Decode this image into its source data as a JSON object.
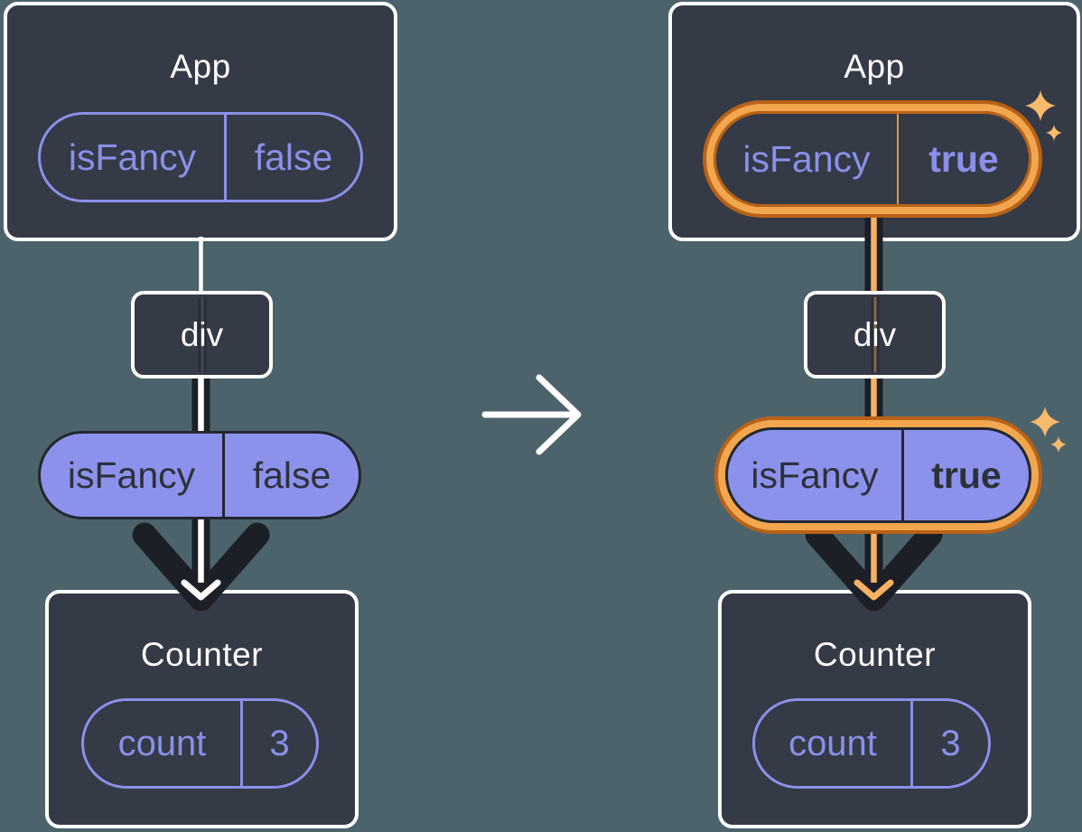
{
  "diagram": {
    "before": {
      "app": {
        "title": "App",
        "prop_name": "isFancy",
        "prop_value": "false"
      },
      "div_label": "div",
      "passed_prop": {
        "name": "isFancy",
        "value": "false"
      },
      "counter": {
        "title": "Counter",
        "state_name": "count",
        "state_value": "3"
      }
    },
    "after": {
      "app": {
        "title": "App",
        "prop_name": "isFancy",
        "prop_value": "true"
      },
      "div_label": "div",
      "passed_prop": {
        "name": "isFancy",
        "value": "true"
      },
      "counter": {
        "title": "Counter",
        "state_name": "count",
        "state_value": "3"
      }
    },
    "icons": {
      "transition": "arrow-right-icon",
      "flow_before": "arrow-down-icon",
      "flow_after": "arrow-down-icon",
      "highlight": "sparkles-icon"
    },
    "colors": {
      "background": "#4D636C",
      "card_fill": "#343A46",
      "card_border": "#FFFFFF",
      "purple": "#8A90E8",
      "purple_fill": "#8C92EC",
      "dark_arrow": "#1C1F27",
      "orange_dark": "#B96216",
      "orange_light": "#F2A64D",
      "orange_line": "#F7B261",
      "sparkle": "#F8BA6B"
    }
  }
}
